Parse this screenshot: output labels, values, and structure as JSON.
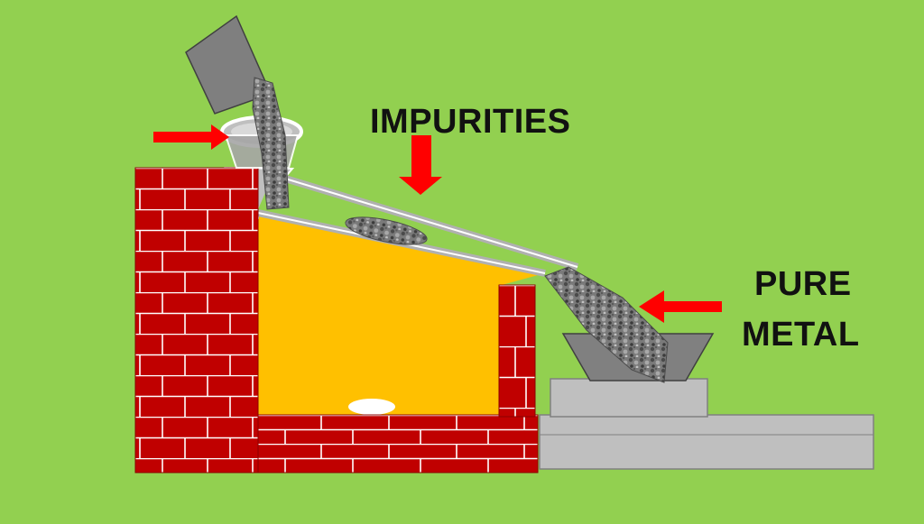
{
  "labels": {
    "impurities": "IMPURITIES",
    "pure": "PURE",
    "metal": "METAL"
  },
  "colors": {
    "background": "#92d050",
    "brick": "#c00000",
    "mortar": "#ffffff",
    "molten_metal": "#ffc000",
    "arrow": "#ff0000",
    "steel": "#a6a6a6",
    "ore": "#6f6f6f"
  },
  "icons": {
    "arrow": "red-arrow-icon",
    "bucket": "hopper-bucket-icon",
    "mould": "mould-icon"
  }
}
